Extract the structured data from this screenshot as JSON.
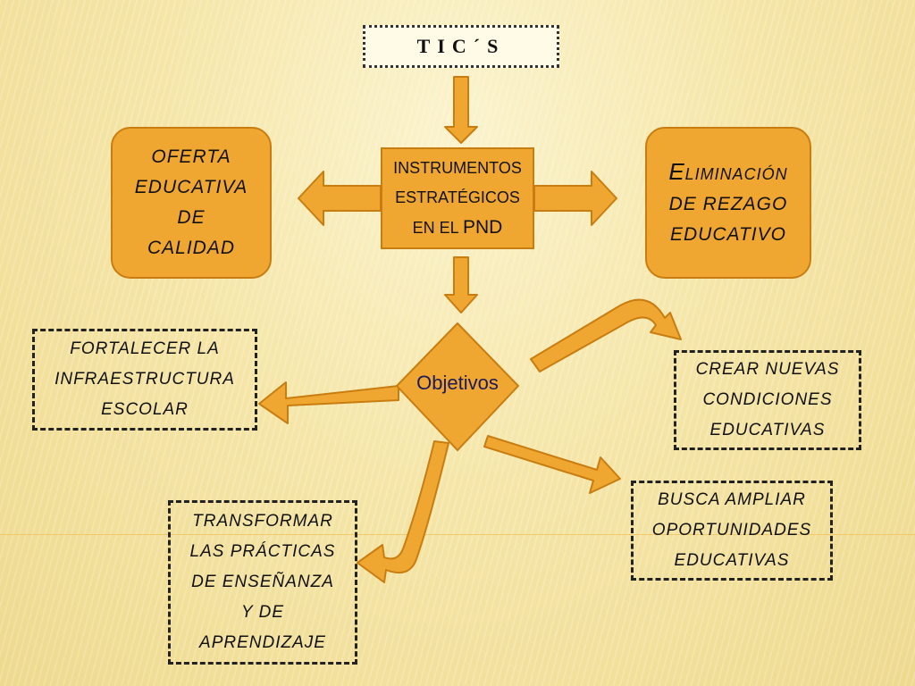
{
  "title": "TIC´S",
  "center": {
    "line1": "INSTRUMENTOS",
    "line2": "ESTRATÉGICOS",
    "line3_prefix": "EN EL ",
    "line3_suffix": "PND"
  },
  "left_box": {
    "l1": "OFERTA",
    "l2": "EDUCATIVA",
    "l3": "DE",
    "l4": "CALIDAD"
  },
  "right_box": {
    "l1_cap": "E",
    "l1_rest": "LIMINACIÓN",
    "l2": "DE REZAGO",
    "l3": "EDUCATIVO"
  },
  "objectives_label": "Objetivos",
  "fortalecer": {
    "l1": "FORTALECER LA",
    "l2": "INFRAESTRUCTURA",
    "l3": "ESCOLAR"
  },
  "crear": {
    "l1": "CREAR NUEVAS",
    "l2": "CONDICIONES",
    "l3": "EDUCATIVAS"
  },
  "busca": {
    "l1": "BUSCA AMPLIAR",
    "l2": "OPORTUNIDADES",
    "l3": "EDUCATIVAS"
  },
  "transformar": {
    "l1": "TRANSFORMAR",
    "l2": "LAS PRÁCTICAS",
    "l3": "DE ENSEÑANZA",
    "l4": "Y DE",
    "l5": "APRENDIZAJE"
  },
  "colors": {
    "orange": "#f0a732",
    "orange_border": "#c97d10"
  }
}
